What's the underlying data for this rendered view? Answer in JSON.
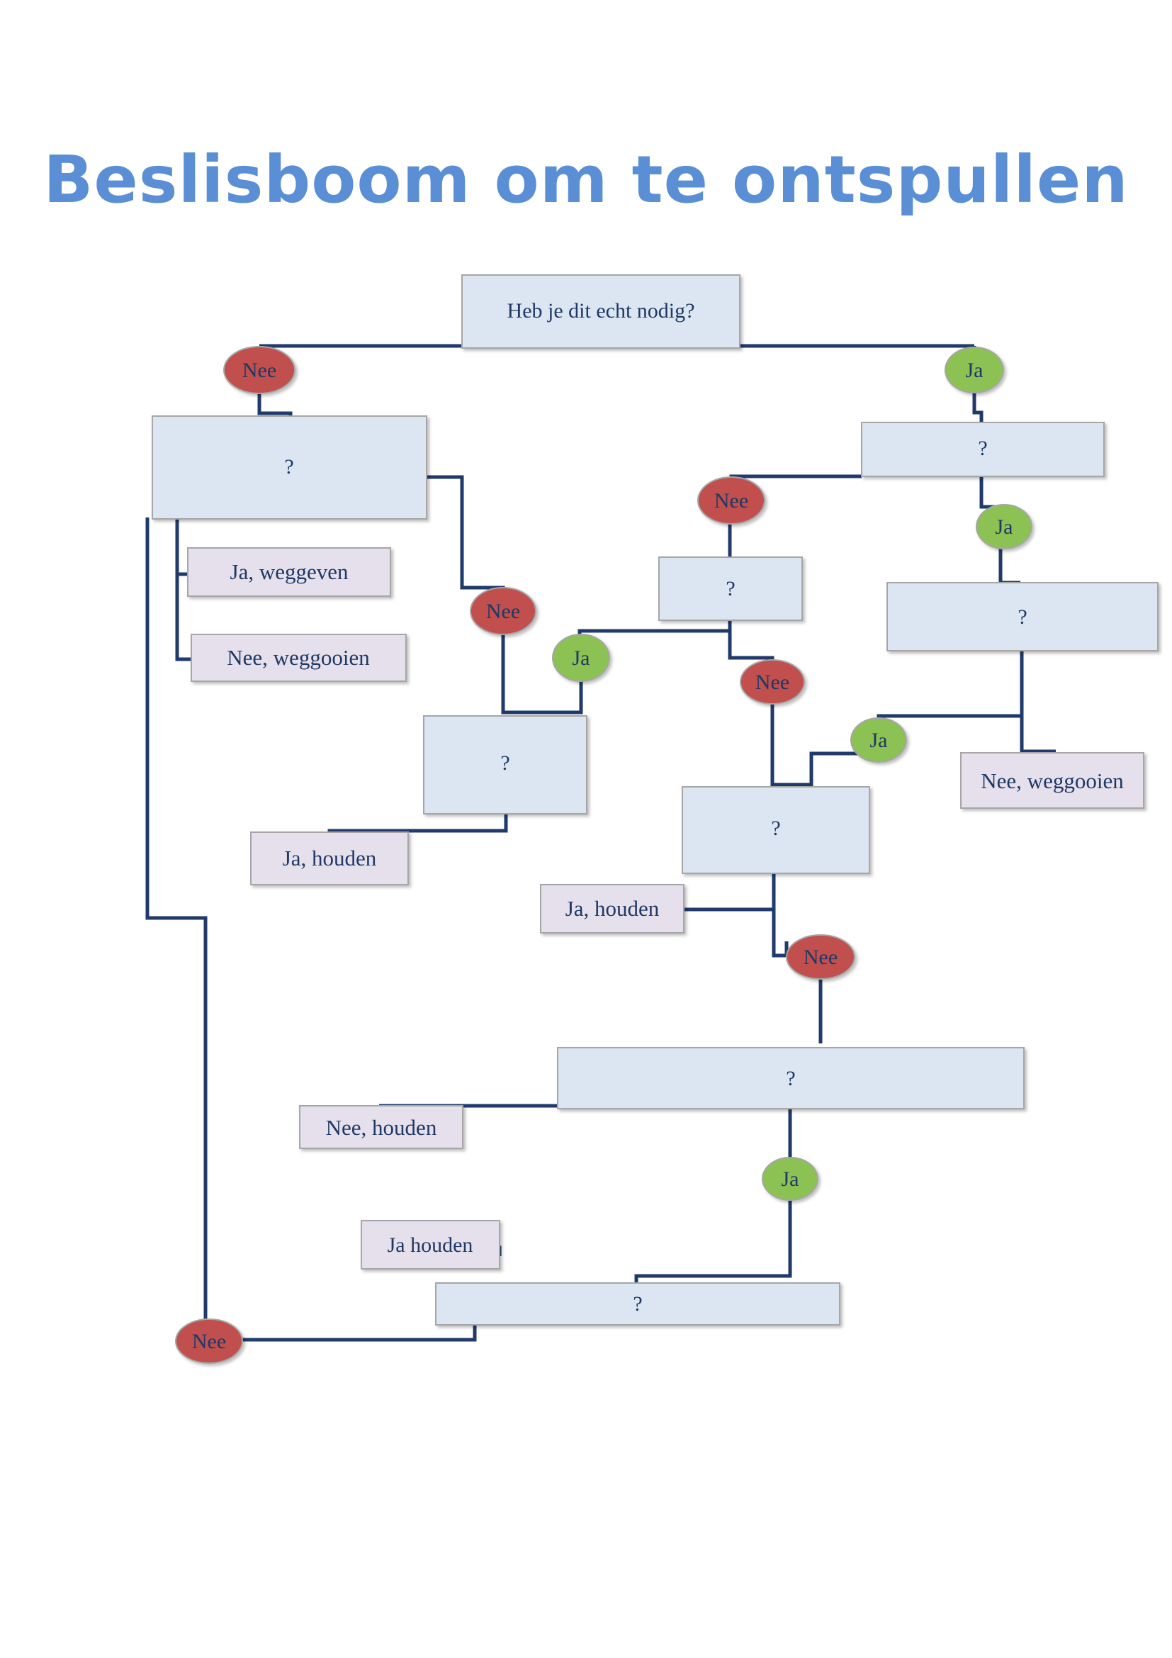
{
  "title": "Beslisboom om te ontspullen",
  "colors": {
    "title": "#5a8fd6",
    "line": "#1f3a6b",
    "question_fill": "#dce6f2",
    "answer_fill": "#e6e0ec",
    "node_border": "#a6a6a6",
    "node_text": "#1f3864",
    "nee_fill": "#c0504d",
    "ja_fill": "#8cc152"
  },
  "questions": [
    "Heb je dit echt nodig?",
    "?",
    "?",
    "?",
    "?",
    "?",
    "?",
    "?",
    "?"
  ],
  "outcomes": [
    "Ja, weggeven",
    "Nee, weggooien",
    "Ja, houden",
    "Nee, weggooien",
    "Ja, houden",
    "Nee, houden",
    "Ja houden"
  ],
  "decisions": {
    "nee": "Nee",
    "ja": "Ja"
  }
}
